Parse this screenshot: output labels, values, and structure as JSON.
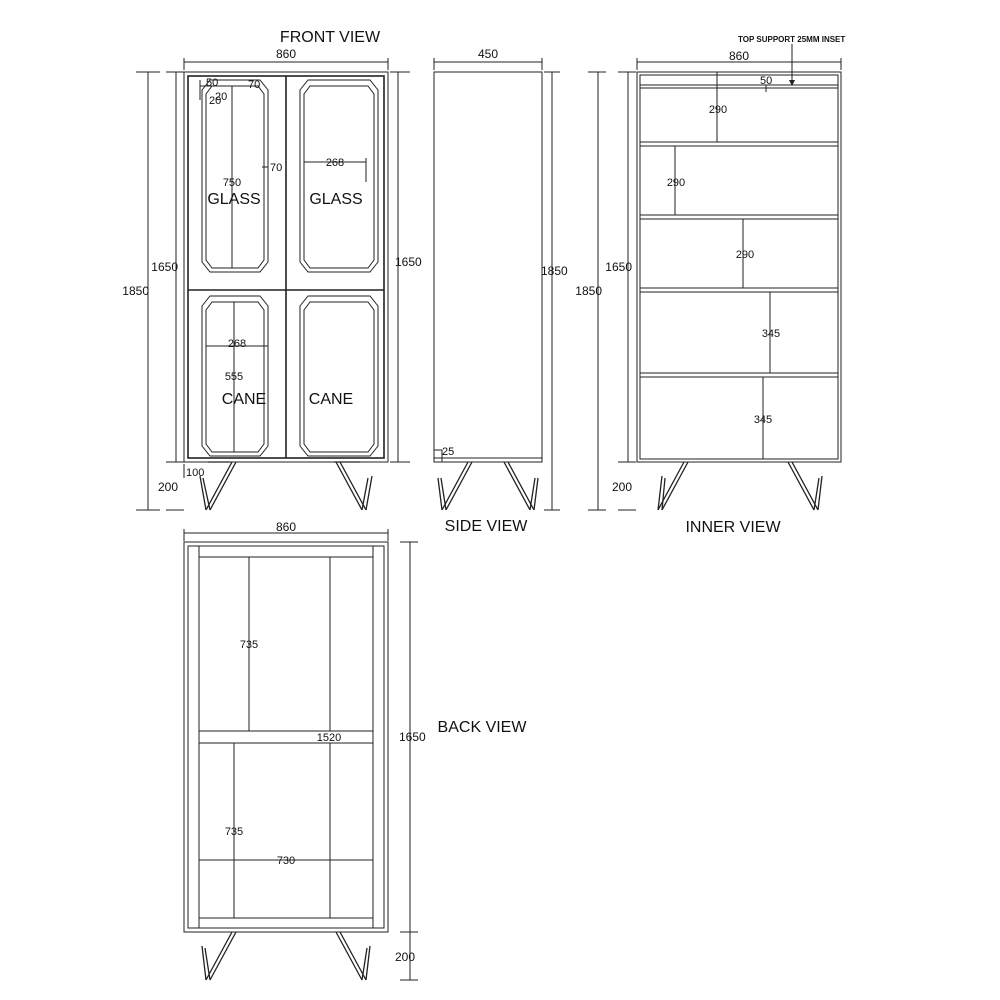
{
  "views": {
    "front": {
      "title": "FRONT VIEW",
      "dims": {
        "width": "860",
        "height_body": "1650",
        "height_total": "1850",
        "frame": "50",
        "inner_top": "70",
        "corner_a": "20",
        "corner_b": "20",
        "mullion": "70",
        "glass_width": "268",
        "glass_height": "750",
        "cane_width": "268",
        "cane_height": "555",
        "leg_height": "200",
        "leg_inset": "100"
      },
      "panels": {
        "top_left": "GLASS",
        "top_right": "GLASS",
        "bottom_left": "CANE",
        "bottom_right": "CANE"
      }
    },
    "side": {
      "title": "SIDE VIEW",
      "dims": {
        "depth": "450",
        "height_total": "1850",
        "leg_inset": "25"
      }
    },
    "inner": {
      "title": "INNER VIEW",
      "note": "TOP SUPPORT 25MM INSET",
      "dims": {
        "width": "860",
        "top_support": "50",
        "height_body": "1650",
        "height_total": "1850",
        "leg_height": "200",
        "shelves": [
          "290",
          "290",
          "290",
          "345",
          "345"
        ]
      }
    },
    "back": {
      "title": "BACK VIEW",
      "dims": {
        "width": "860",
        "upper_height": "735",
        "middle": "1520",
        "lower_height": "735",
        "bottom_width": "730",
        "height_body": "1650",
        "leg_height": "200"
      }
    }
  }
}
